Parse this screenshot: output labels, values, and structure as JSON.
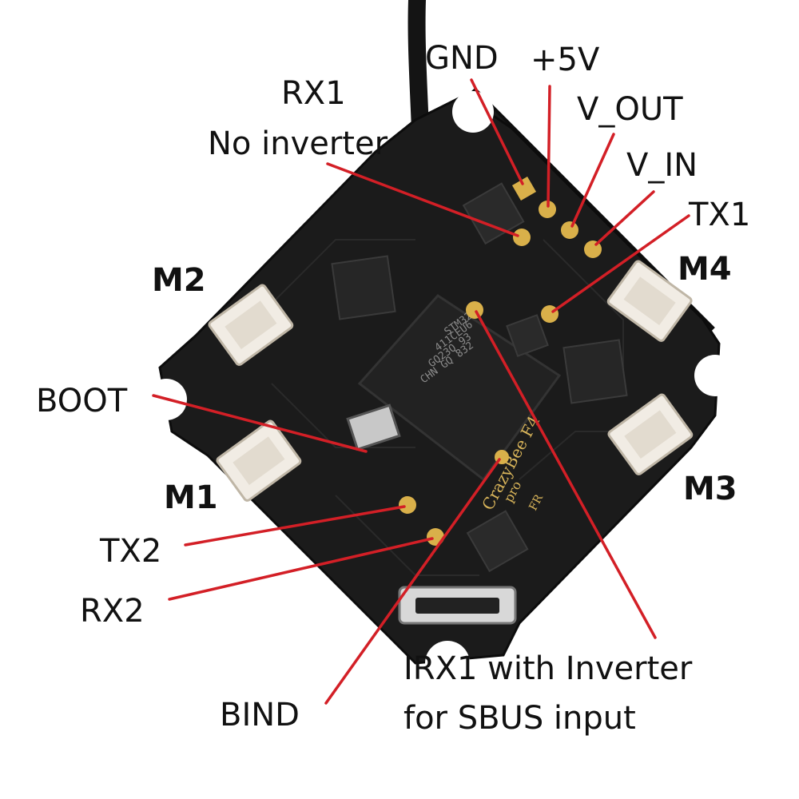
{
  "colors": {
    "leader_line": "#d31f26",
    "board": "#1a1a1a",
    "pad": "#d9b04a",
    "connector": "#f1ece4",
    "chip": "#222222"
  },
  "board": {
    "silkscreen": [
      "CrazyBee F4",
      "pro",
      "FR"
    ],
    "mcu_text": [
      "STM32F",
      "411CEU6",
      "GQ23Q 93",
      "CHN GQ 832"
    ]
  },
  "motors": {
    "m1": "M1",
    "m2": "M2",
    "m3": "M3",
    "m4": "M4"
  },
  "pins": {
    "gnd": "GND",
    "v5": "+5V",
    "v_out": "V_OUT",
    "v_in": "V_IN",
    "tx1": "TX1",
    "rx1": "RX1",
    "rx1_note": "No inverter",
    "boot": "BOOT",
    "tx2": "TX2",
    "rx2": "RX2",
    "bind": "BIND",
    "irx1": "IRX1  with Inverter",
    "irx1_note": "for SBUS input"
  }
}
